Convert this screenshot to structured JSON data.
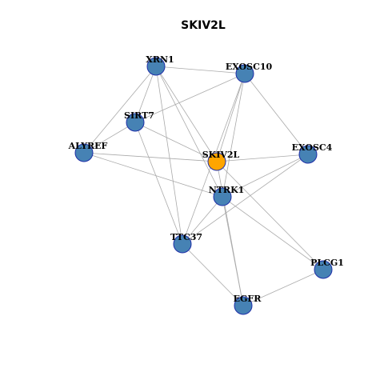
{
  "title": "SKIV2L",
  "colors": {
    "center_fill": "#FFA500",
    "node_fill": "#4682B4",
    "node_stroke": "#1F2FA8",
    "edge": "#AAAAAA"
  },
  "center_node": "SKIV2L",
  "nodes": [
    {
      "id": "XRN1",
      "label": "XRN1"
    },
    {
      "id": "EXOSC10",
      "label": "EXOSC10"
    },
    {
      "id": "SIRT7",
      "label": "SIRT7"
    },
    {
      "id": "ALYREF",
      "label": "ALYREF"
    },
    {
      "id": "SKIV2L",
      "label": "SKIV2L"
    },
    {
      "id": "EXOSC4",
      "label": "EXOSC4"
    },
    {
      "id": "NTRK1",
      "label": "NTRK1"
    },
    {
      "id": "TTC37",
      "label": "TTC37"
    },
    {
      "id": "PLCG1",
      "label": "PLCG1"
    },
    {
      "id": "EGFR",
      "label": "EGFR"
    }
  ],
  "edges": [
    [
      "XRN1",
      "EXOSC10"
    ],
    [
      "XRN1",
      "SIRT7"
    ],
    [
      "XRN1",
      "ALYREF"
    ],
    [
      "XRN1",
      "SKIV2L"
    ],
    [
      "XRN1",
      "NTRK1"
    ],
    [
      "XRN1",
      "TTC37"
    ],
    [
      "EXOSC10",
      "SIRT7"
    ],
    [
      "EXOSC10",
      "SKIV2L"
    ],
    [
      "EXOSC10",
      "EXOSC4"
    ],
    [
      "EXOSC10",
      "NTRK1"
    ],
    [
      "EXOSC10",
      "TTC37"
    ],
    [
      "SIRT7",
      "ALYREF"
    ],
    [
      "SIRT7",
      "SKIV2L"
    ],
    [
      "SIRT7",
      "TTC37"
    ],
    [
      "ALYREF",
      "SKIV2L"
    ],
    [
      "ALYREF",
      "NTRK1"
    ],
    [
      "SKIV2L",
      "EXOSC4"
    ],
    [
      "SKIV2L",
      "PLCG1"
    ],
    [
      "SKIV2L",
      "EGFR"
    ],
    [
      "EXOSC4",
      "NTRK1"
    ],
    [
      "EXOSC4",
      "TTC37"
    ],
    [
      "NTRK1",
      "TTC37"
    ],
    [
      "NTRK1",
      "EGFR"
    ],
    [
      "NTRK1",
      "PLCG1"
    ],
    [
      "TTC37",
      "EGFR"
    ],
    [
      "PLCG1",
      "EGFR"
    ]
  ]
}
